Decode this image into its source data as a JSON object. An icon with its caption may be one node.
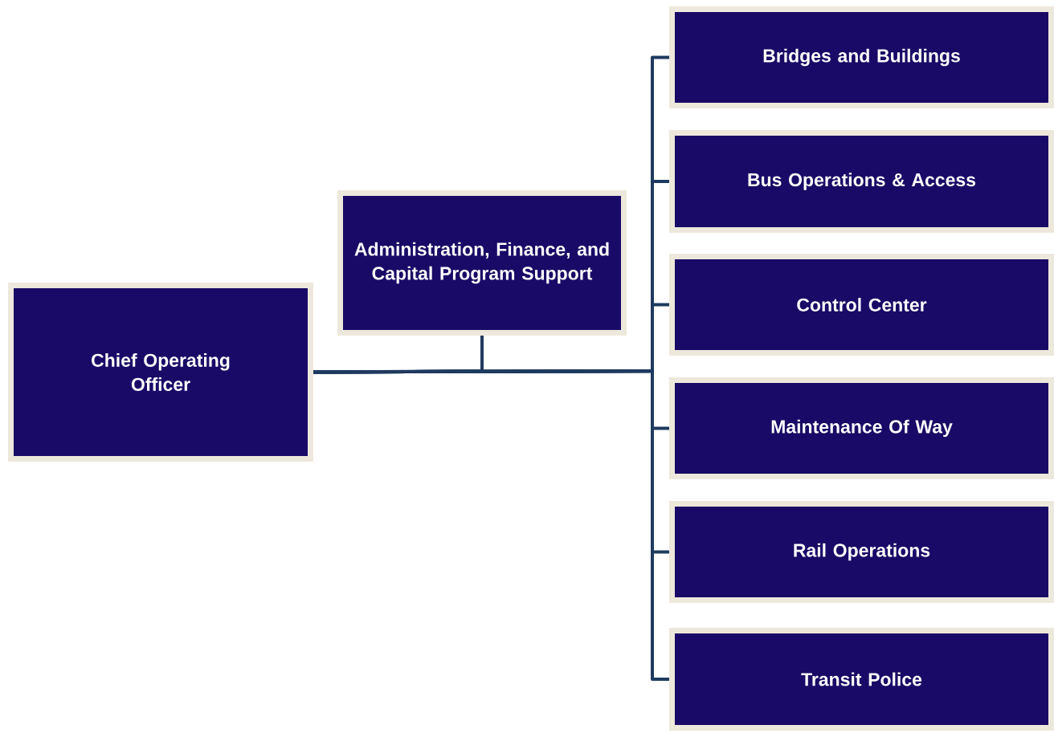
{
  "diagram": {
    "nodes": [
      {
        "text": [
          "Chief Operating Officer"
        ]
      },
      {
        "text": [
          "Administration, Finance, and Capital Program Support"
        ]
      },
      {
        "text": [
          "Bridges and Buildings"
        ]
      },
      {
        "text": [
          "Bus Operations & Access"
        ]
      },
      {
        "text": [
          "Control Center"
        ]
      },
      {
        "text": [
          "Maintenance Of Way"
        ]
      },
      {
        "text": [
          "Rail Operations"
        ]
      },
      {
        "text": [
          "Transit Police"
        ]
      }
    ],
    "edges": [
      {
        "from": 0,
        "to": 1,
        "arrow": "none"
      },
      {
        "from": 0,
        "to": 2,
        "arrow": "none"
      },
      {
        "from": 0,
        "to": 3,
        "arrow": "none"
      },
      {
        "from": 0,
        "to": 4,
        "arrow": "none"
      },
      {
        "from": 0,
        "to": 5,
        "arrow": "none"
      },
      {
        "from": 0,
        "to": 6,
        "arrow": "none"
      },
      {
        "from": 0,
        "to": 7,
        "arrow": "none"
      }
    ]
  }
}
